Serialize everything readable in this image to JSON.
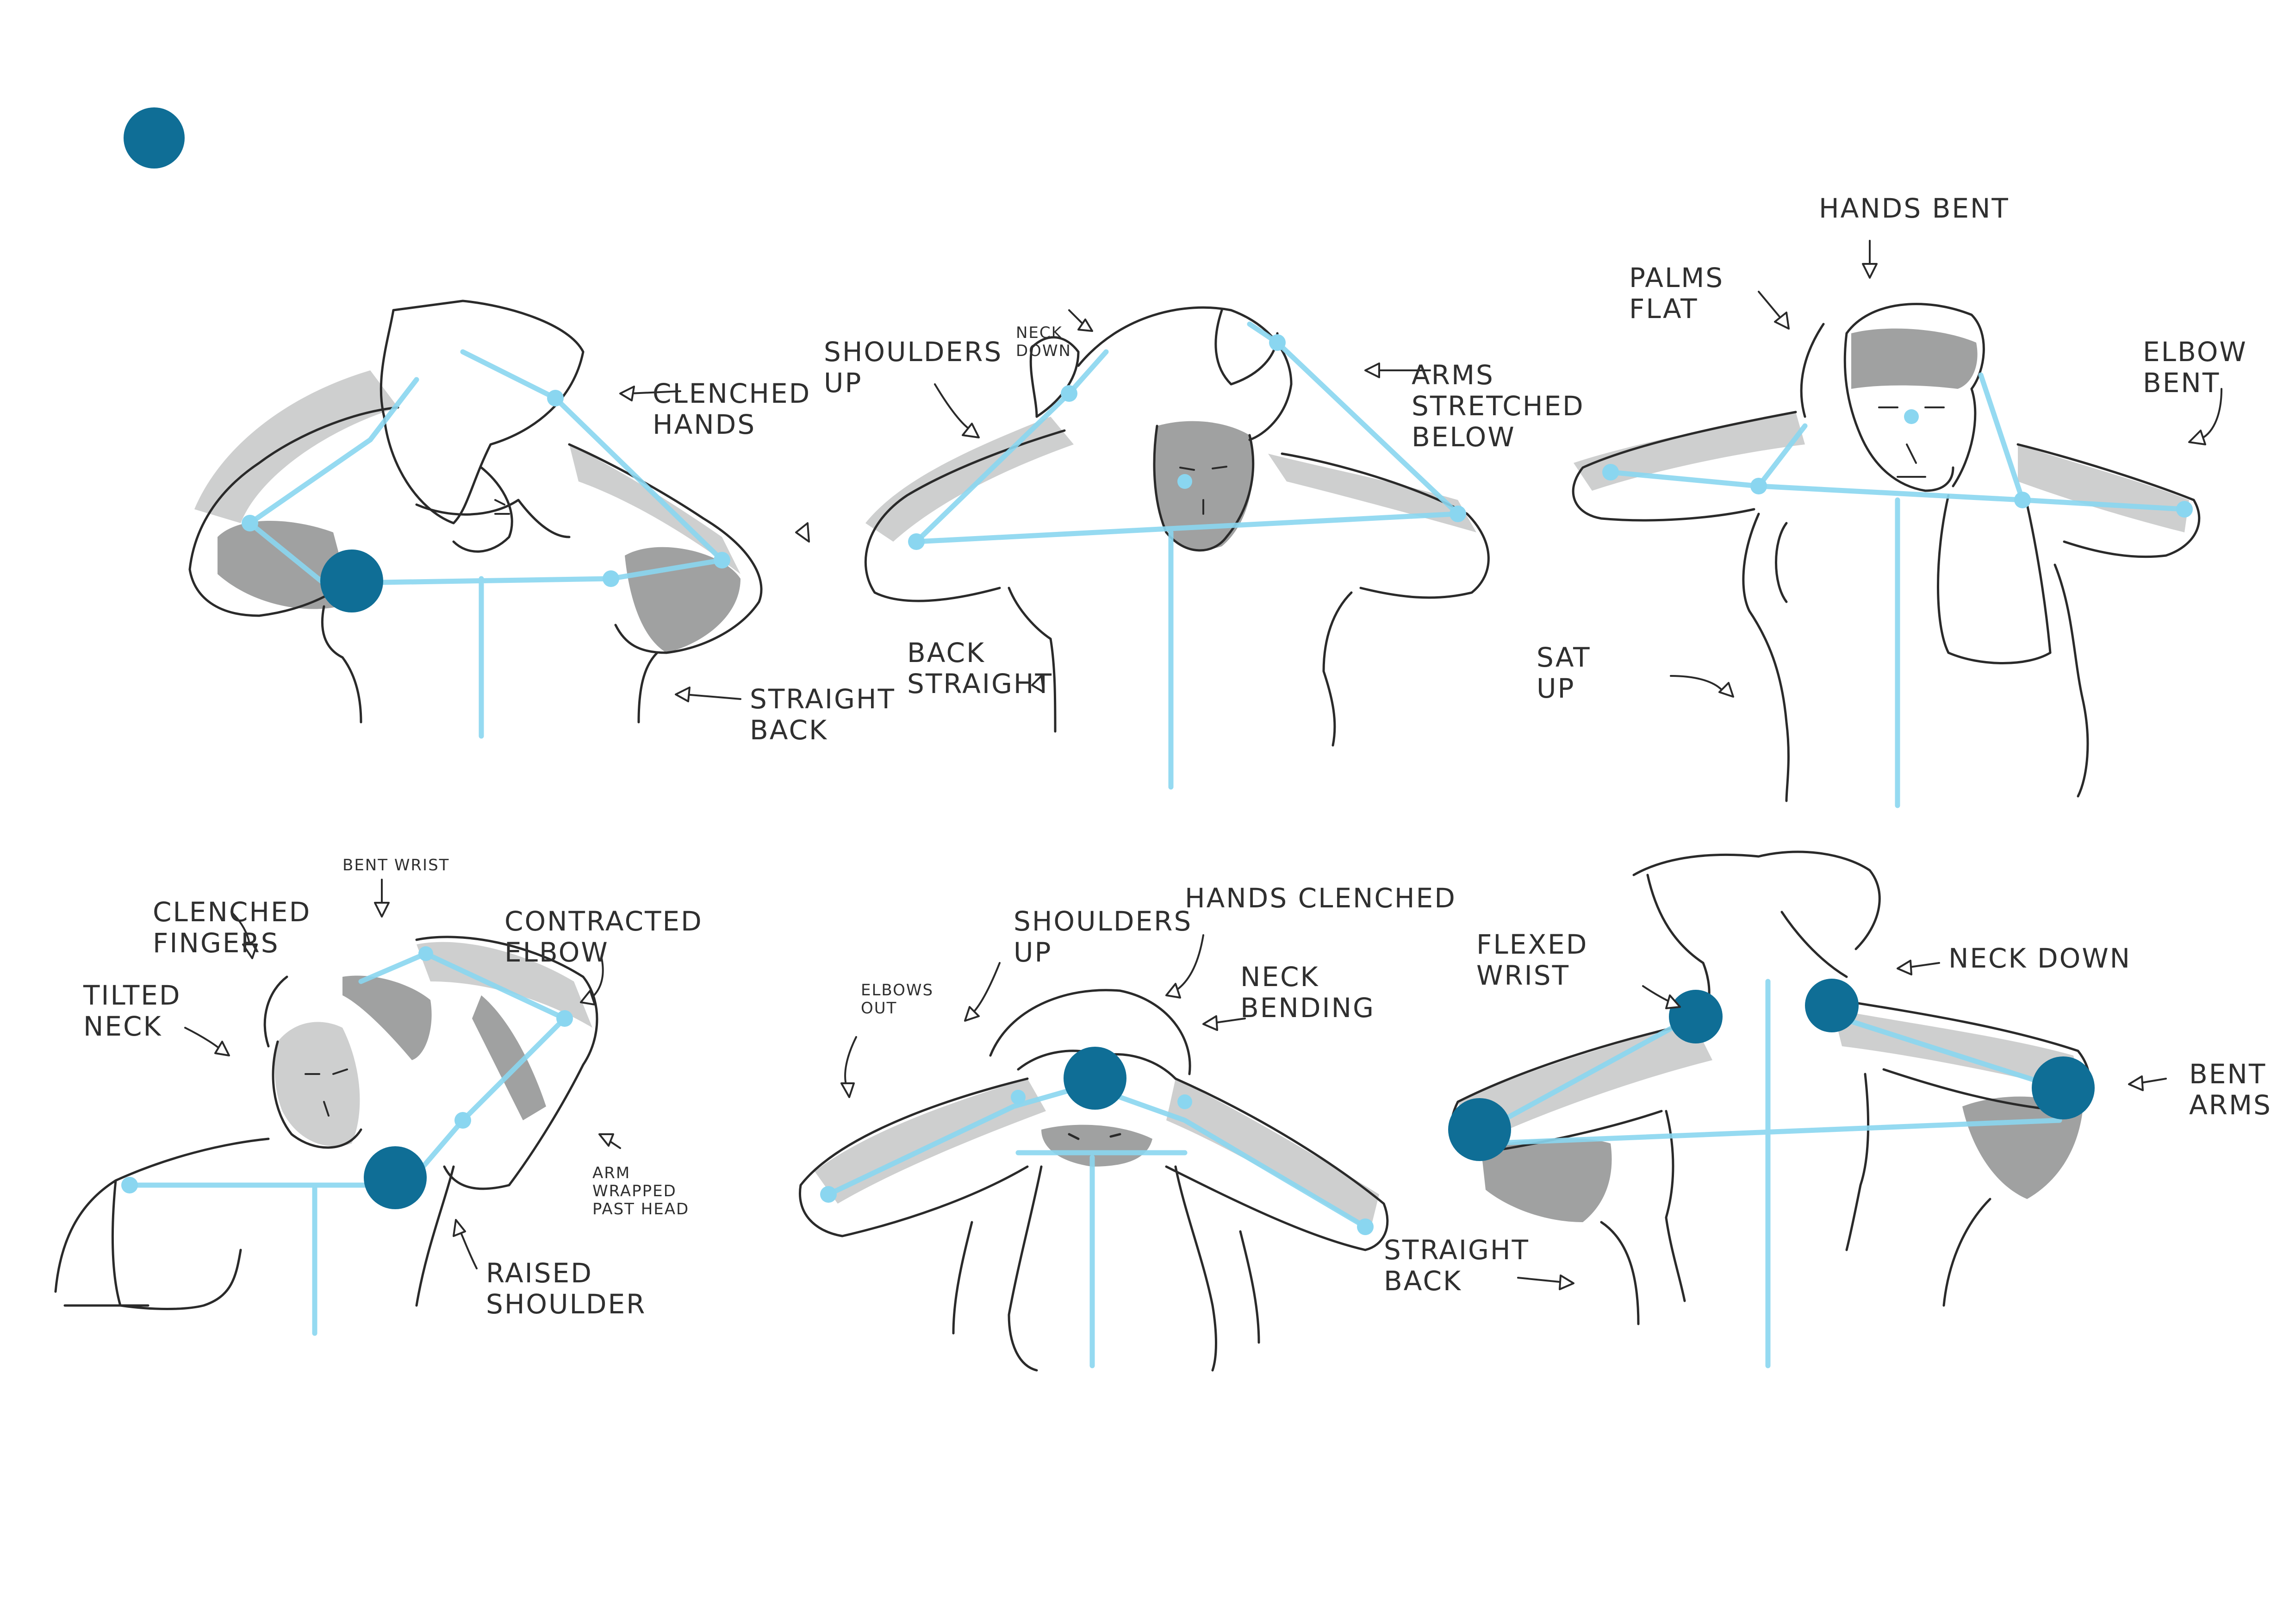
{
  "colors": {
    "marker": "#0f6e96",
    "skeleton": "#8ad6f0",
    "ink": "#2a2a2a",
    "shade": "#8f9090"
  },
  "panels": [
    {
      "id": "panel-1",
      "labels": [
        {
          "id": "clenched-hands",
          "lines": [
            "CLENCHED",
            "HANDS"
          ]
        },
        {
          "id": "straight-back",
          "lines": [
            "STRAIGHT",
            "BACK"
          ]
        }
      ]
    },
    {
      "id": "panel-2",
      "labels": [
        {
          "id": "shoulders-up",
          "lines": [
            "SHOULDERS",
            "UP"
          ]
        },
        {
          "id": "neck-down",
          "lines": [
            "NECK",
            "DOWN"
          ]
        },
        {
          "id": "arms-stretched",
          "lines": [
            "ARMS",
            "STRETCHED",
            "BELOW"
          ]
        },
        {
          "id": "back-straight",
          "lines": [
            "BACK",
            "STRAIGHT"
          ]
        }
      ]
    },
    {
      "id": "panel-3",
      "labels": [
        {
          "id": "hands-bent",
          "lines": [
            "HANDS BENT"
          ]
        },
        {
          "id": "palms-flat",
          "lines": [
            "PALMS",
            "FLAT"
          ]
        },
        {
          "id": "elbow-bent",
          "lines": [
            "ELBOW",
            "BENT"
          ]
        },
        {
          "id": "sat-up",
          "lines": [
            "SAT",
            "UP"
          ]
        }
      ]
    },
    {
      "id": "panel-4",
      "labels": [
        {
          "id": "bent-wrist",
          "lines": [
            "BENT WRIST"
          ]
        },
        {
          "id": "clenched-fingers",
          "lines": [
            "CLENCHED",
            "FINGERS"
          ]
        },
        {
          "id": "contracted-elbow",
          "lines": [
            "CONTRACTED",
            "ELBOW"
          ]
        },
        {
          "id": "tilted-neck",
          "lines": [
            "TILTED",
            "NECK"
          ]
        },
        {
          "id": "arm-wrapped-past-head",
          "lines": [
            "ARM",
            "WRAPPED",
            "PAST HEAD"
          ]
        },
        {
          "id": "raised-shoulder",
          "lines": [
            "RAISED",
            "SHOULDER"
          ]
        }
      ]
    },
    {
      "id": "panel-5",
      "labels": [
        {
          "id": "shoulders-up-2",
          "lines": [
            "SHOULDERS",
            "UP"
          ]
        },
        {
          "id": "hands-clenched",
          "lines": [
            "HANDS CLENCHED"
          ]
        },
        {
          "id": "elbows-out",
          "lines": [
            "ELBOWS",
            "OUT"
          ]
        },
        {
          "id": "neck-bending",
          "lines": [
            "NECK",
            "BENDING"
          ]
        },
        {
          "id": "straight-back-2",
          "lines": [
            "STRAIGHT",
            "BACK"
          ]
        }
      ]
    },
    {
      "id": "panel-6",
      "labels": [
        {
          "id": "flexed-wrist",
          "lines": [
            "FLEXED",
            "WRIST"
          ]
        },
        {
          "id": "neck-down-2",
          "lines": [
            "NECK DOWN"
          ]
        },
        {
          "id": "bent-arms",
          "lines": [
            "BENT",
            "ARMS"
          ]
        }
      ]
    }
  ]
}
